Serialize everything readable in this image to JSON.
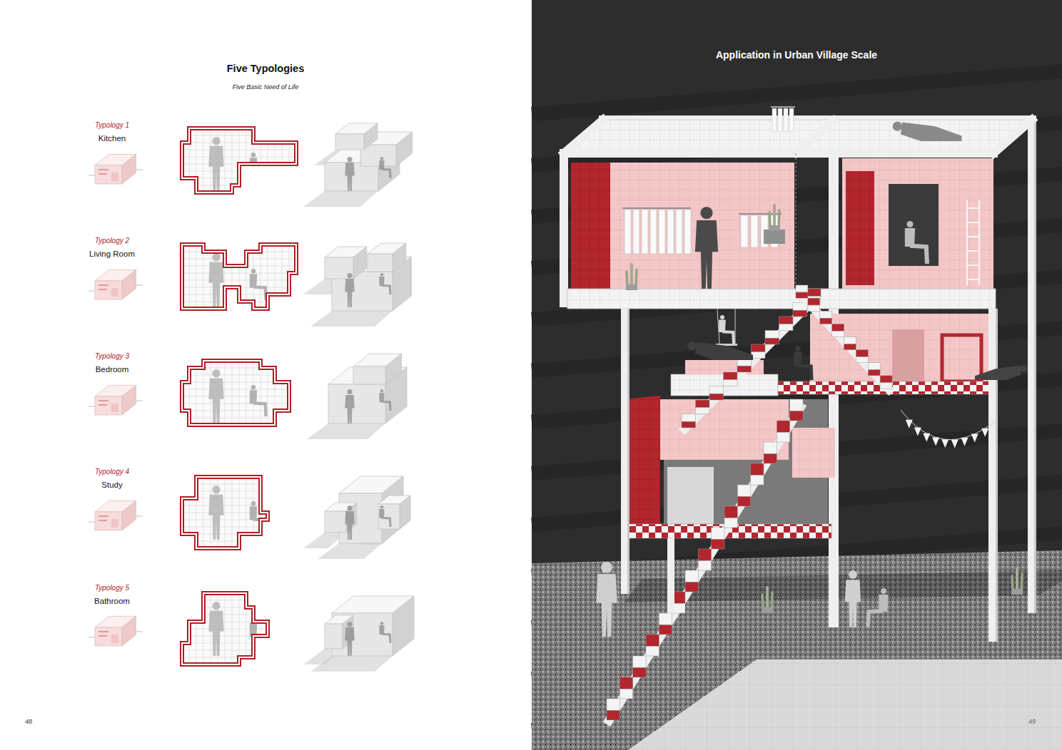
{
  "diagram": {
    "title": "Five Typologies",
    "labels": [
      "Five Basic Need of Life",
      "Typology 1",
      "Kitchen",
      "Typology 2",
      "Living Room",
      "Typology 3",
      "Bedroom",
      "Typology 4",
      "Study",
      "Typology 5",
      "Bathroom",
      "48",
      "Application in Urban Village Scale",
      "49"
    ]
  }
}
